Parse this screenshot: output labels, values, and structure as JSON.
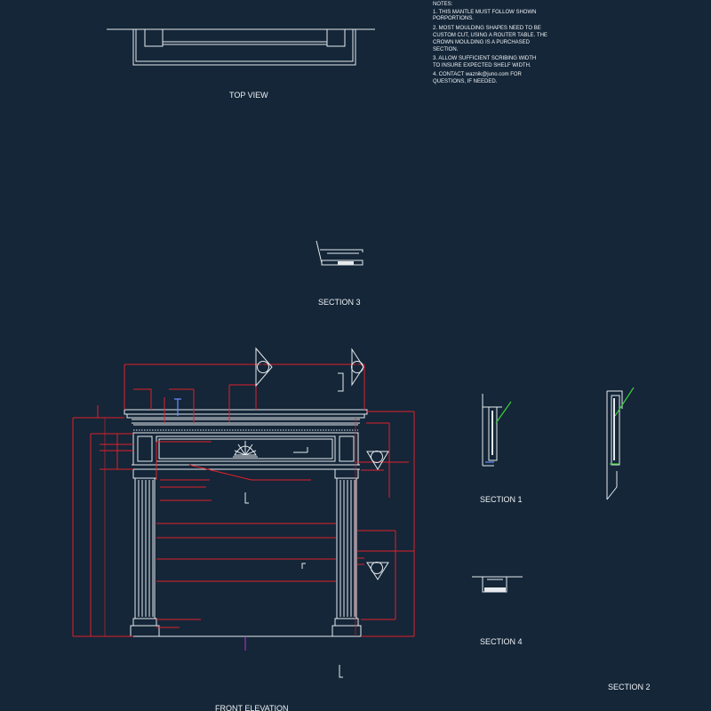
{
  "notes": {
    "heading": "NOTES:",
    "lines": [
      "1.     THIS MANTLE MUST FOLLOW SHOWN",
      "PORPORTIONS.",
      "2.     MOST MOULDING SHAPES NEED TO BE",
      "CUSTOM CUT, USING A ROUTER TABLE.  THE",
      "CROWN MOULDING IS A PURCHASED",
      "SECTION.",
      "3.     ALLOW SUFFICIENT SCRIBING WIDTH",
      "TO INSURE EXPECTED SHELF WIDTH.",
      "4.     CONTACT waznik@juno.com  FOR",
      "QUESTIONS, IF NEEDED."
    ]
  },
  "views": {
    "top_view": "TOP VIEW",
    "section_1": "SECTION 1",
    "section_2": "SECTION 2",
    "section_3": "SECTION 3",
    "section_4": "SECTION 4",
    "front_elevation": "FRONT ELEVATION"
  },
  "callouts": {
    "c1": "1",
    "c2": "2",
    "c3": "3",
    "c4": "4"
  },
  "colors": {
    "background": "#142638",
    "linework": "#e6e9ee",
    "dimension": "#e0202a",
    "highlight_green": "#3ccf3c",
    "highlight_magenta": "#c030d0",
    "highlight_blue": "#6f8dff"
  }
}
